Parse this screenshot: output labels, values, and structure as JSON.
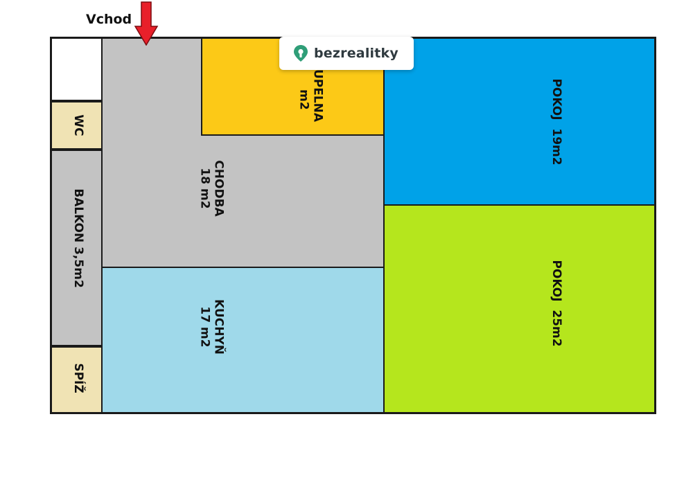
{
  "entrance": {
    "label": "Vchod"
  },
  "logo": {
    "text": "bezrealitky",
    "icon": "location-pin-icon",
    "color": "#2f9e78"
  },
  "rooms": {
    "wc": {
      "label": "WC",
      "color": "#f0e3b4"
    },
    "balkon": {
      "label": "BALKON 3,5m2",
      "color": "#c3c3c3"
    },
    "spiz": {
      "label": "SPÍŽ",
      "color": "#f0e3b4"
    },
    "chodba": {
      "label": "CHODBA\n18 m2",
      "color": "#c3c3c3"
    },
    "koupelna": {
      "label": "UPELNA\n  m2",
      "color": "#fcc917"
    },
    "kuchyn": {
      "label": "KUCHYŇ\n17 m2",
      "color": "#9fd9ea"
    },
    "pokoj1": {
      "label": "POKOJ  19m2",
      "color": "#00a2e8"
    },
    "pokoj2": {
      "label": "POKOJ  25m2",
      "color": "#b5e61d"
    }
  },
  "colors": {
    "wall": "#1a1a1a",
    "entrance_arrow": "#e8202a"
  }
}
